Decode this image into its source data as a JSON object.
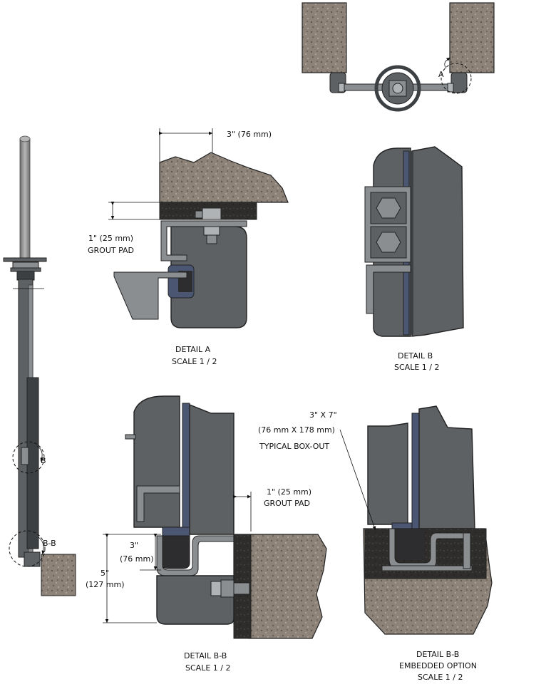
{
  "colors": {
    "concrete": "#8e8378",
    "concrete_dark": "#5f574f",
    "grout": "#2f2d2c",
    "steel": "#5e6164",
    "steel_light": "#8b8e91",
    "steel_dark": "#3d4043",
    "seal_blue": "#4a5672",
    "gasket": "#2d2c2f",
    "rod": "#9a9a9a"
  },
  "icons": {
    "section_marker": "section-callout-arrow"
  },
  "callouts": {
    "A": "A",
    "B": "B",
    "BB": "B-B"
  },
  "detail_a": {
    "dimension_width": "3\" (76 mm)",
    "grout_line1": "1\" (25 mm)",
    "grout_line2": "GROUT PAD",
    "title": "DETAIL  A",
    "scale": "SCALE 1 / 2"
  },
  "detail_b": {
    "title": "DETAIL  B",
    "scale": "SCALE 1 / 2"
  },
  "detail_bb": {
    "grout_line1": "1\" (25 mm)",
    "grout_line2": "GROUT PAD",
    "dim3_line1": "3\"",
    "dim3_line2": "(76 mm)",
    "dim5_line1": "5\"",
    "dim5_line2": "(127 mm)",
    "title": "DETAIL  B-B",
    "scale": "SCALE 1 / 2"
  },
  "detail_bb_embedded": {
    "boxout_line1": "3\" X 7\"",
    "boxout_line2": "(76 mm X 178 mm)",
    "boxout_line3": "TYPICAL BOX-OUT",
    "title": "DETAIL  B-B",
    "subtitle": "EMBEDDED OPTION",
    "scale": "SCALE 1 / 2"
  }
}
